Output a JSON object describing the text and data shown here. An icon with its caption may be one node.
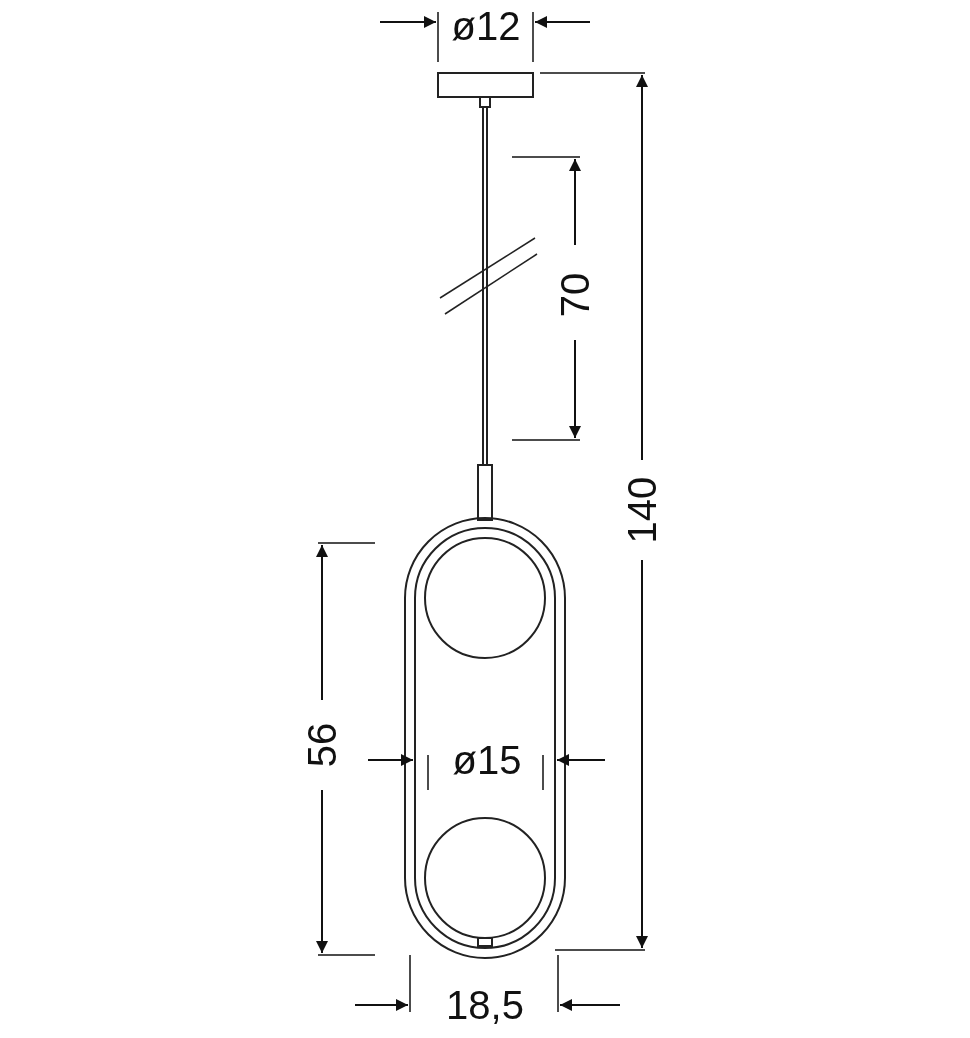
{
  "diagram": {
    "labels": [
      "ø12",
      "70",
      "140",
      "56",
      "ø15",
      "18,5"
    ]
  }
}
